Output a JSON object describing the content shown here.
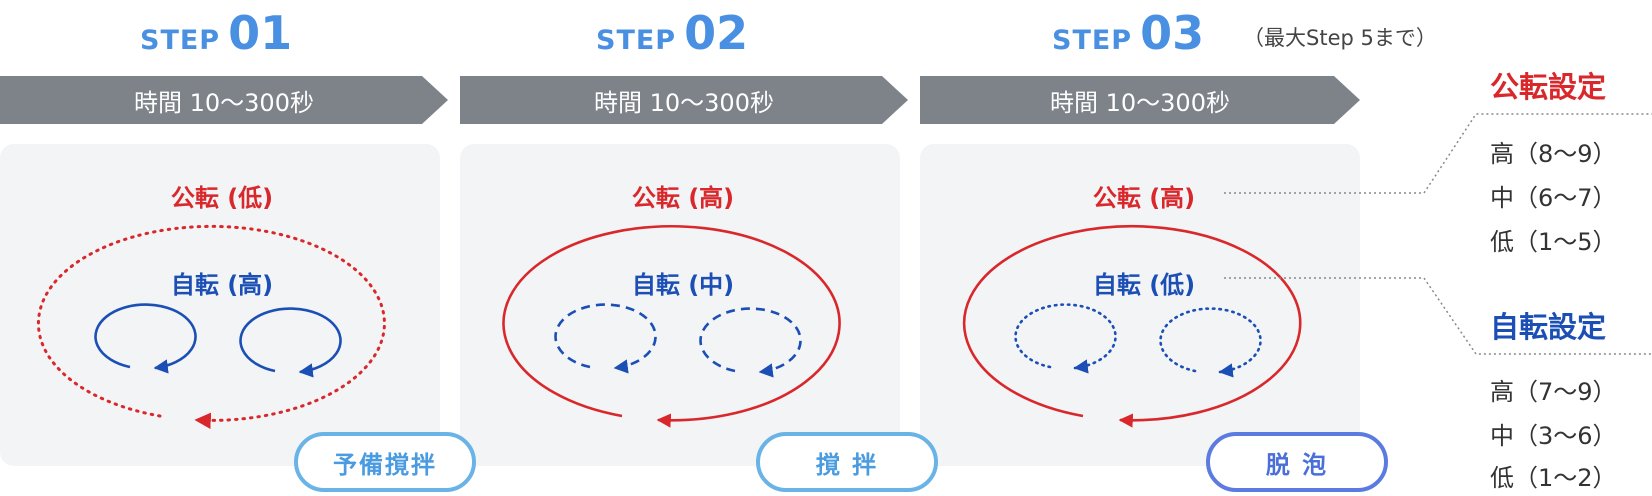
{
  "steps": [
    {
      "step_word": "STEP",
      "step_num": "01",
      "time_label": "時間 10〜300秒",
      "revolution_label": "公転 (低)",
      "rotation_label": "自転 (高)",
      "revolution_style": "dotted",
      "rotation_style": "solid",
      "action_label": "予備撹拌",
      "action_color": "#69b3e7"
    },
    {
      "step_word": "STEP",
      "step_num": "02",
      "time_label": "時間 10〜300秒",
      "revolution_label": "公転 (高)",
      "rotation_label": "自転 (中)",
      "revolution_style": "solid",
      "rotation_style": "dashed",
      "action_label": "撹 拌",
      "action_color": "#69b3e7"
    },
    {
      "step_word": "STEP",
      "step_num": "03",
      "time_label": "時間 10〜300秒",
      "revolution_label": "公転 (高)",
      "rotation_label": "自転 (低)",
      "revolution_style": "solid",
      "rotation_style": "dotted",
      "action_label": "脱 泡",
      "action_color": "#5b7be0"
    }
  ],
  "max_note": "（最大Step 5まで）",
  "revolution_settings": {
    "title": "公転設定",
    "items": [
      "高（8〜9）",
      "中（6〜7）",
      "低（1〜5）"
    ]
  },
  "rotation_settings": {
    "title": "自転設定",
    "items": [
      "高（7〜9）",
      "中（3〜6）",
      "低（1〜2）"
    ]
  },
  "colors": {
    "step_title": "#4a90e2",
    "banner": "#7e8289",
    "panel_bg": "#f3f4f6",
    "revolution": "#d9282b",
    "rotation": "#1b4fb5",
    "leader_line": "#888888"
  }
}
